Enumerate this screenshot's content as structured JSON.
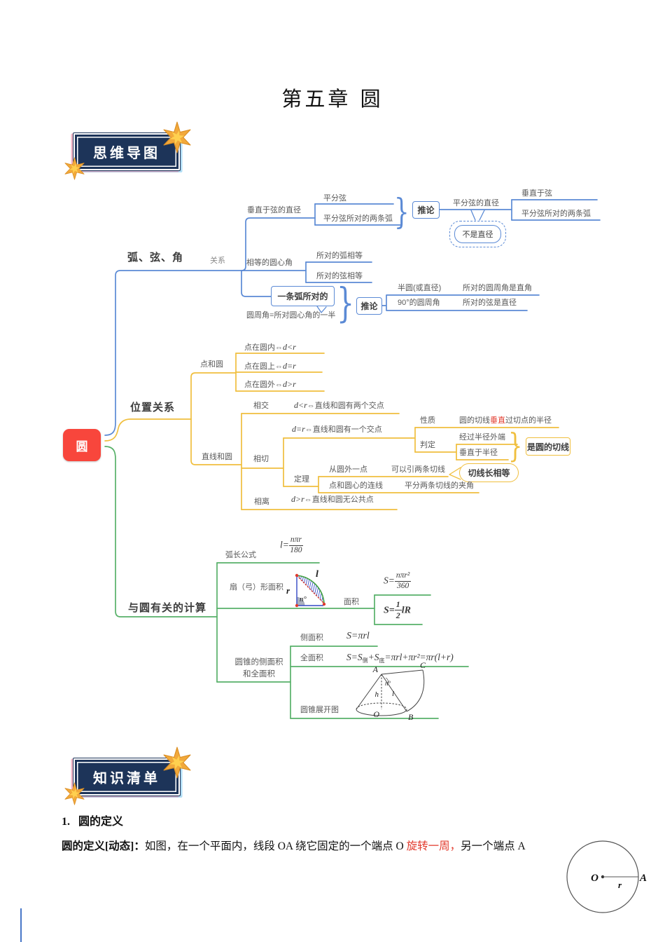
{
  "page": {
    "title": "第五章 圆",
    "badge_mindmap": "思维导图",
    "badge_knowledge": "知识清单"
  },
  "colors": {
    "branch_blue": "#5b8ad5",
    "branch_yellow": "#f0bf3e",
    "branch_green": "#58b169",
    "root_red": "#f8463c",
    "badge_navy": "#1d3459",
    "star_gold": "#f2a93b",
    "accent_red": "#e23b2e"
  },
  "mindmap": {
    "root": "圆",
    "arc": {
      "label": "弧、弦、角",
      "relation": "关系",
      "perp_diameter": "垂直于弦的直径",
      "bisect_chord": "平分弦",
      "bisect_arcs": "平分弦所对的两条弧",
      "corollary": "推论",
      "bisect_diameter": "平分弦的直径",
      "perp_chord": "垂直于弦",
      "bisect_arcs2": "平分弦所对的两条弧",
      "not_diameter": "不是直径",
      "equal_central": "相等的圆心角",
      "equal_arcs": "所对的弧相等",
      "equal_chords": "所对的弦相等",
      "one_arc": "一条弧所对的",
      "inscribed_eq": "圆周角=所对圆心角的一半",
      "corollary2": "推论",
      "semi1": "半圆(或直径)",
      "semi2": "所对的圆周角是直角",
      "ninety1": "90°的圆周角",
      "ninety2": "所对的弦是直径"
    },
    "position": {
      "label": "位置关系",
      "point_circle": "点和圆",
      "p_in": "点在圆内⇔",
      "p_in_m": "d<r",
      "p_on": "点在圆上⇔",
      "p_on_m": "d=r",
      "p_out": "点在圆外⇔",
      "p_out_m": "d>r",
      "line_circle": "直线和圆",
      "intersect": "相交",
      "intersect_m": "d<r",
      "intersect_t": "⇔直线和圆有两个交点",
      "tangent": "相切",
      "tangent_m": "d=r",
      "tangent_t": "⇔直线和圆有一个交点",
      "property": "性质",
      "prop_pre": "圆的切线",
      "prop_red": "垂直",
      "prop_post": "过切点的半径",
      "judge": "判定",
      "judge1": "经过半径外端",
      "judge2": "垂直于半径",
      "judge_result": "是圆的切线",
      "theorem": "定理",
      "th1a": "从圆外一点",
      "th1b": "可以引两条切线",
      "bubble": "切线长相等",
      "th2a": "点和圆心的连线",
      "th2b": "平分两条切线的夹角",
      "separate": "相离",
      "separate_m": "d>r",
      "separate_t": "⇔直线和圆无公共点"
    },
    "calc": {
      "label": "与圆有关的计算",
      "arc_len": "弧长公式",
      "f1_lhs": "l=",
      "f1_num": "nπr",
      "f1_den": "180",
      "sector": "扇（弓）形面积",
      "sec_l": "l",
      "sec_r": "r",
      "sec_n": "n°",
      "area": "面积",
      "f2_lhs": "S=",
      "f2_num": "nπr²",
      "f2_den": "360",
      "f3_lhs": "S=",
      "f3_num": "1",
      "f3_den": "2",
      "f3_rhs": "lR",
      "cone1": "圆锥的侧面积",
      "cone2": "和全面积",
      "lateral": "侧面积",
      "f4": "S=πrl",
      "total": "全面积",
      "f5_p1": "S=S",
      "f5_s1": "侧",
      "f5_p2": "+S",
      "f5_s2": "底",
      "f5_p3": "=πrl+πr²=πr(l+r)",
      "dev": "圆锥展开图",
      "cone_labels": {
        "A": "A",
        "C": "C",
        "n": "n°",
        "l": "l",
        "h": "h",
        "O": "O",
        "B": "B"
      }
    }
  },
  "knowledge": {
    "num": "1.",
    "title": "圆的定义",
    "def_bold": "圆的定义[动态]：",
    "def_t1": "如图，在一个平面内，线段 OA 绕它固定的一个端点 O ",
    "def_red": "旋转一周，",
    "def_t2": "另一个端点 A",
    "fig": {
      "O": "O",
      "r": "r",
      "A": "A"
    }
  }
}
